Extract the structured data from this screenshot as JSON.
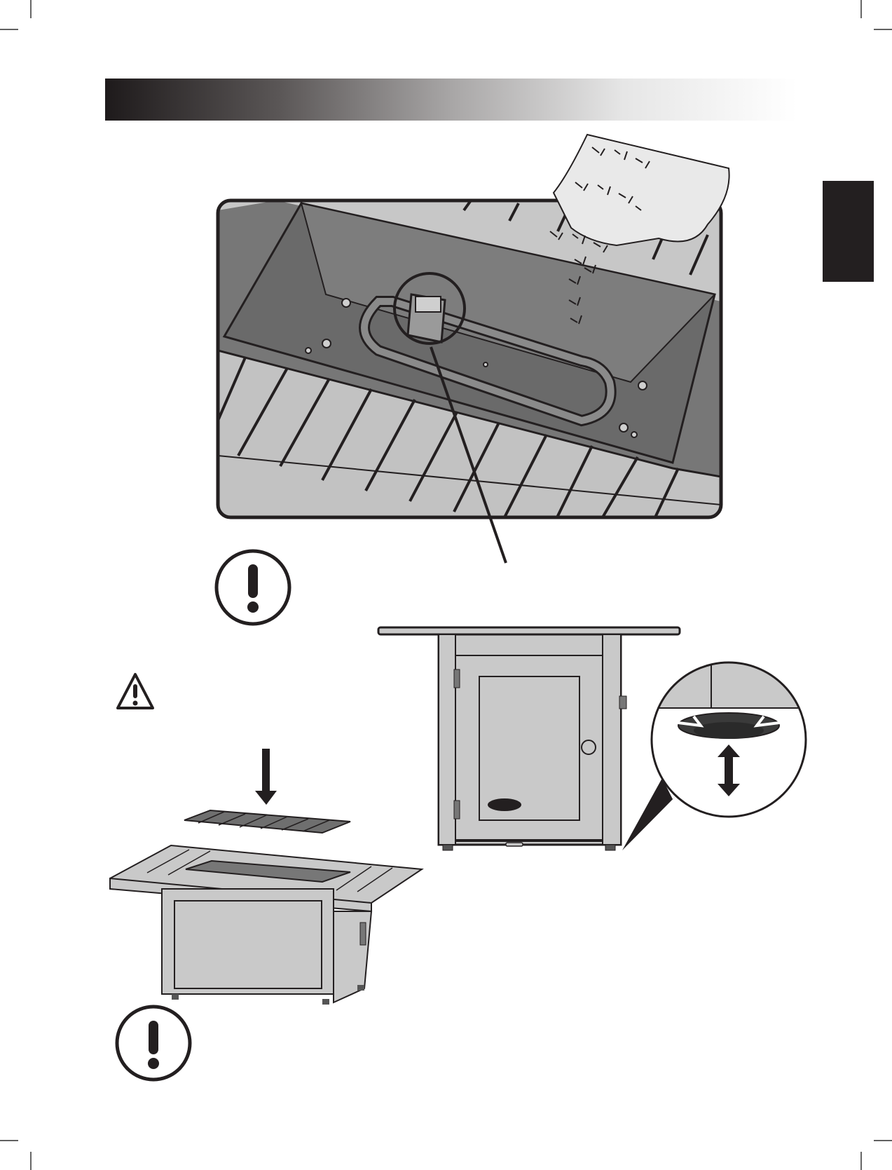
{
  "page": {
    "background": "#ffffff",
    "ink": "#231f20",
    "metal": "#c9c9c9",
    "dark_metal": "#6f6f6f"
  },
  "header_bar": {
    "gradient_start": "#1e1a1b",
    "gradient_end": "#ffffff"
  },
  "side_tab": {
    "color": "#231f20"
  },
  "illustrations": {
    "burner_pan": {
      "icon": "burner-pan-glass-pour-illustration"
    },
    "notice_icon_top": {
      "icon": "exclamation-circle-icon"
    },
    "warning_icon": {
      "icon": "warning-triangle-icon"
    },
    "side_table": {
      "icon": "square-table-side-view-illustration"
    },
    "leveling_foot_detail": {
      "icon": "leveling-foot-zoom-icon"
    },
    "lid_install": {
      "icon": "rectangular-table-lid-install-illustration"
    },
    "notice_icon_bottom": {
      "icon": "exclamation-circle-icon"
    }
  }
}
